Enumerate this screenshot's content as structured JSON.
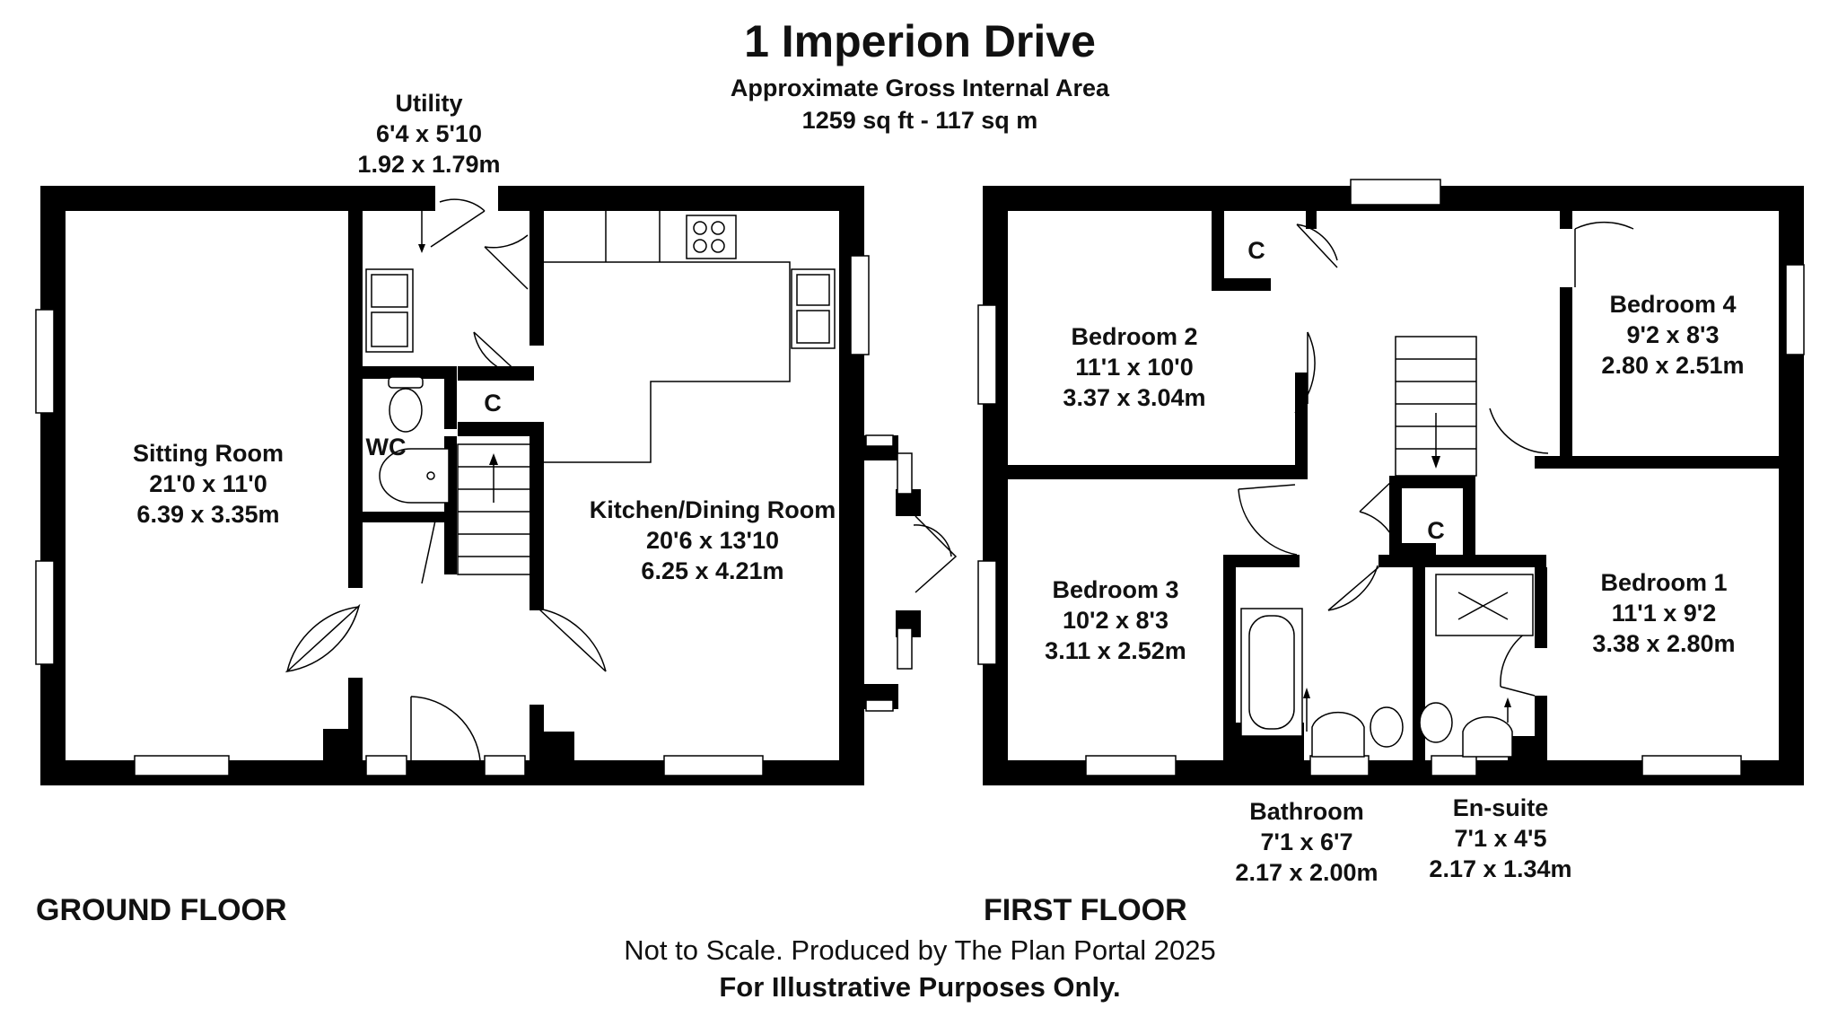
{
  "header": {
    "title": "1 Imperion Drive",
    "subtitle": "Approximate Gross Internal Area",
    "area": "1259 sq ft - 117 sq m"
  },
  "ground_floor": {
    "label": "GROUND FLOOR",
    "sitting_room": {
      "name": "Sitting Room",
      "imperial": "21'0 x 11'0",
      "metric": "6.39 x 3.35m"
    },
    "utility": {
      "name": "Utility",
      "imperial": "6'4 x 5'10",
      "metric": "1.92 x 1.79m"
    },
    "wc": {
      "name": "WC"
    },
    "cupboard": {
      "name": "C"
    },
    "kitchen": {
      "name": "Kitchen/Dining Room",
      "imperial": "20'6 x 13'10",
      "metric": "6.25 x 4.21m"
    }
  },
  "first_floor": {
    "label": "FIRST FLOOR",
    "bedroom2": {
      "name": "Bedroom 2",
      "imperial": "11'1 x 10'0",
      "metric": "3.37 x 3.04m"
    },
    "bedroom4": {
      "name": "Bedroom 4",
      "imperial": "9'2 x 8'3",
      "metric": "2.80 x 2.51m"
    },
    "bedroom3": {
      "name": "Bedroom 3",
      "imperial": "10'2 x 8'3",
      "metric": "3.11 x 2.52m"
    },
    "bedroom1": {
      "name": "Bedroom 1",
      "imperial": "11'1 x 9'2",
      "metric": "3.38 x 2.80m"
    },
    "bathroom": {
      "name": "Bathroom",
      "imperial": "7'1 x 6'7",
      "metric": "2.17 x 2.00m"
    },
    "ensuite": {
      "name": "En-suite",
      "imperial": "7'1 x 4'5",
      "metric": "2.17 x 1.34m"
    },
    "cupboard_top": {
      "name": "C"
    },
    "cupboard_landing": {
      "name": "C"
    }
  },
  "footer": {
    "scale_note": "Not to Scale. Produced by The Plan Portal 2025",
    "disclaimer": "For Illustrative Purposes Only."
  }
}
